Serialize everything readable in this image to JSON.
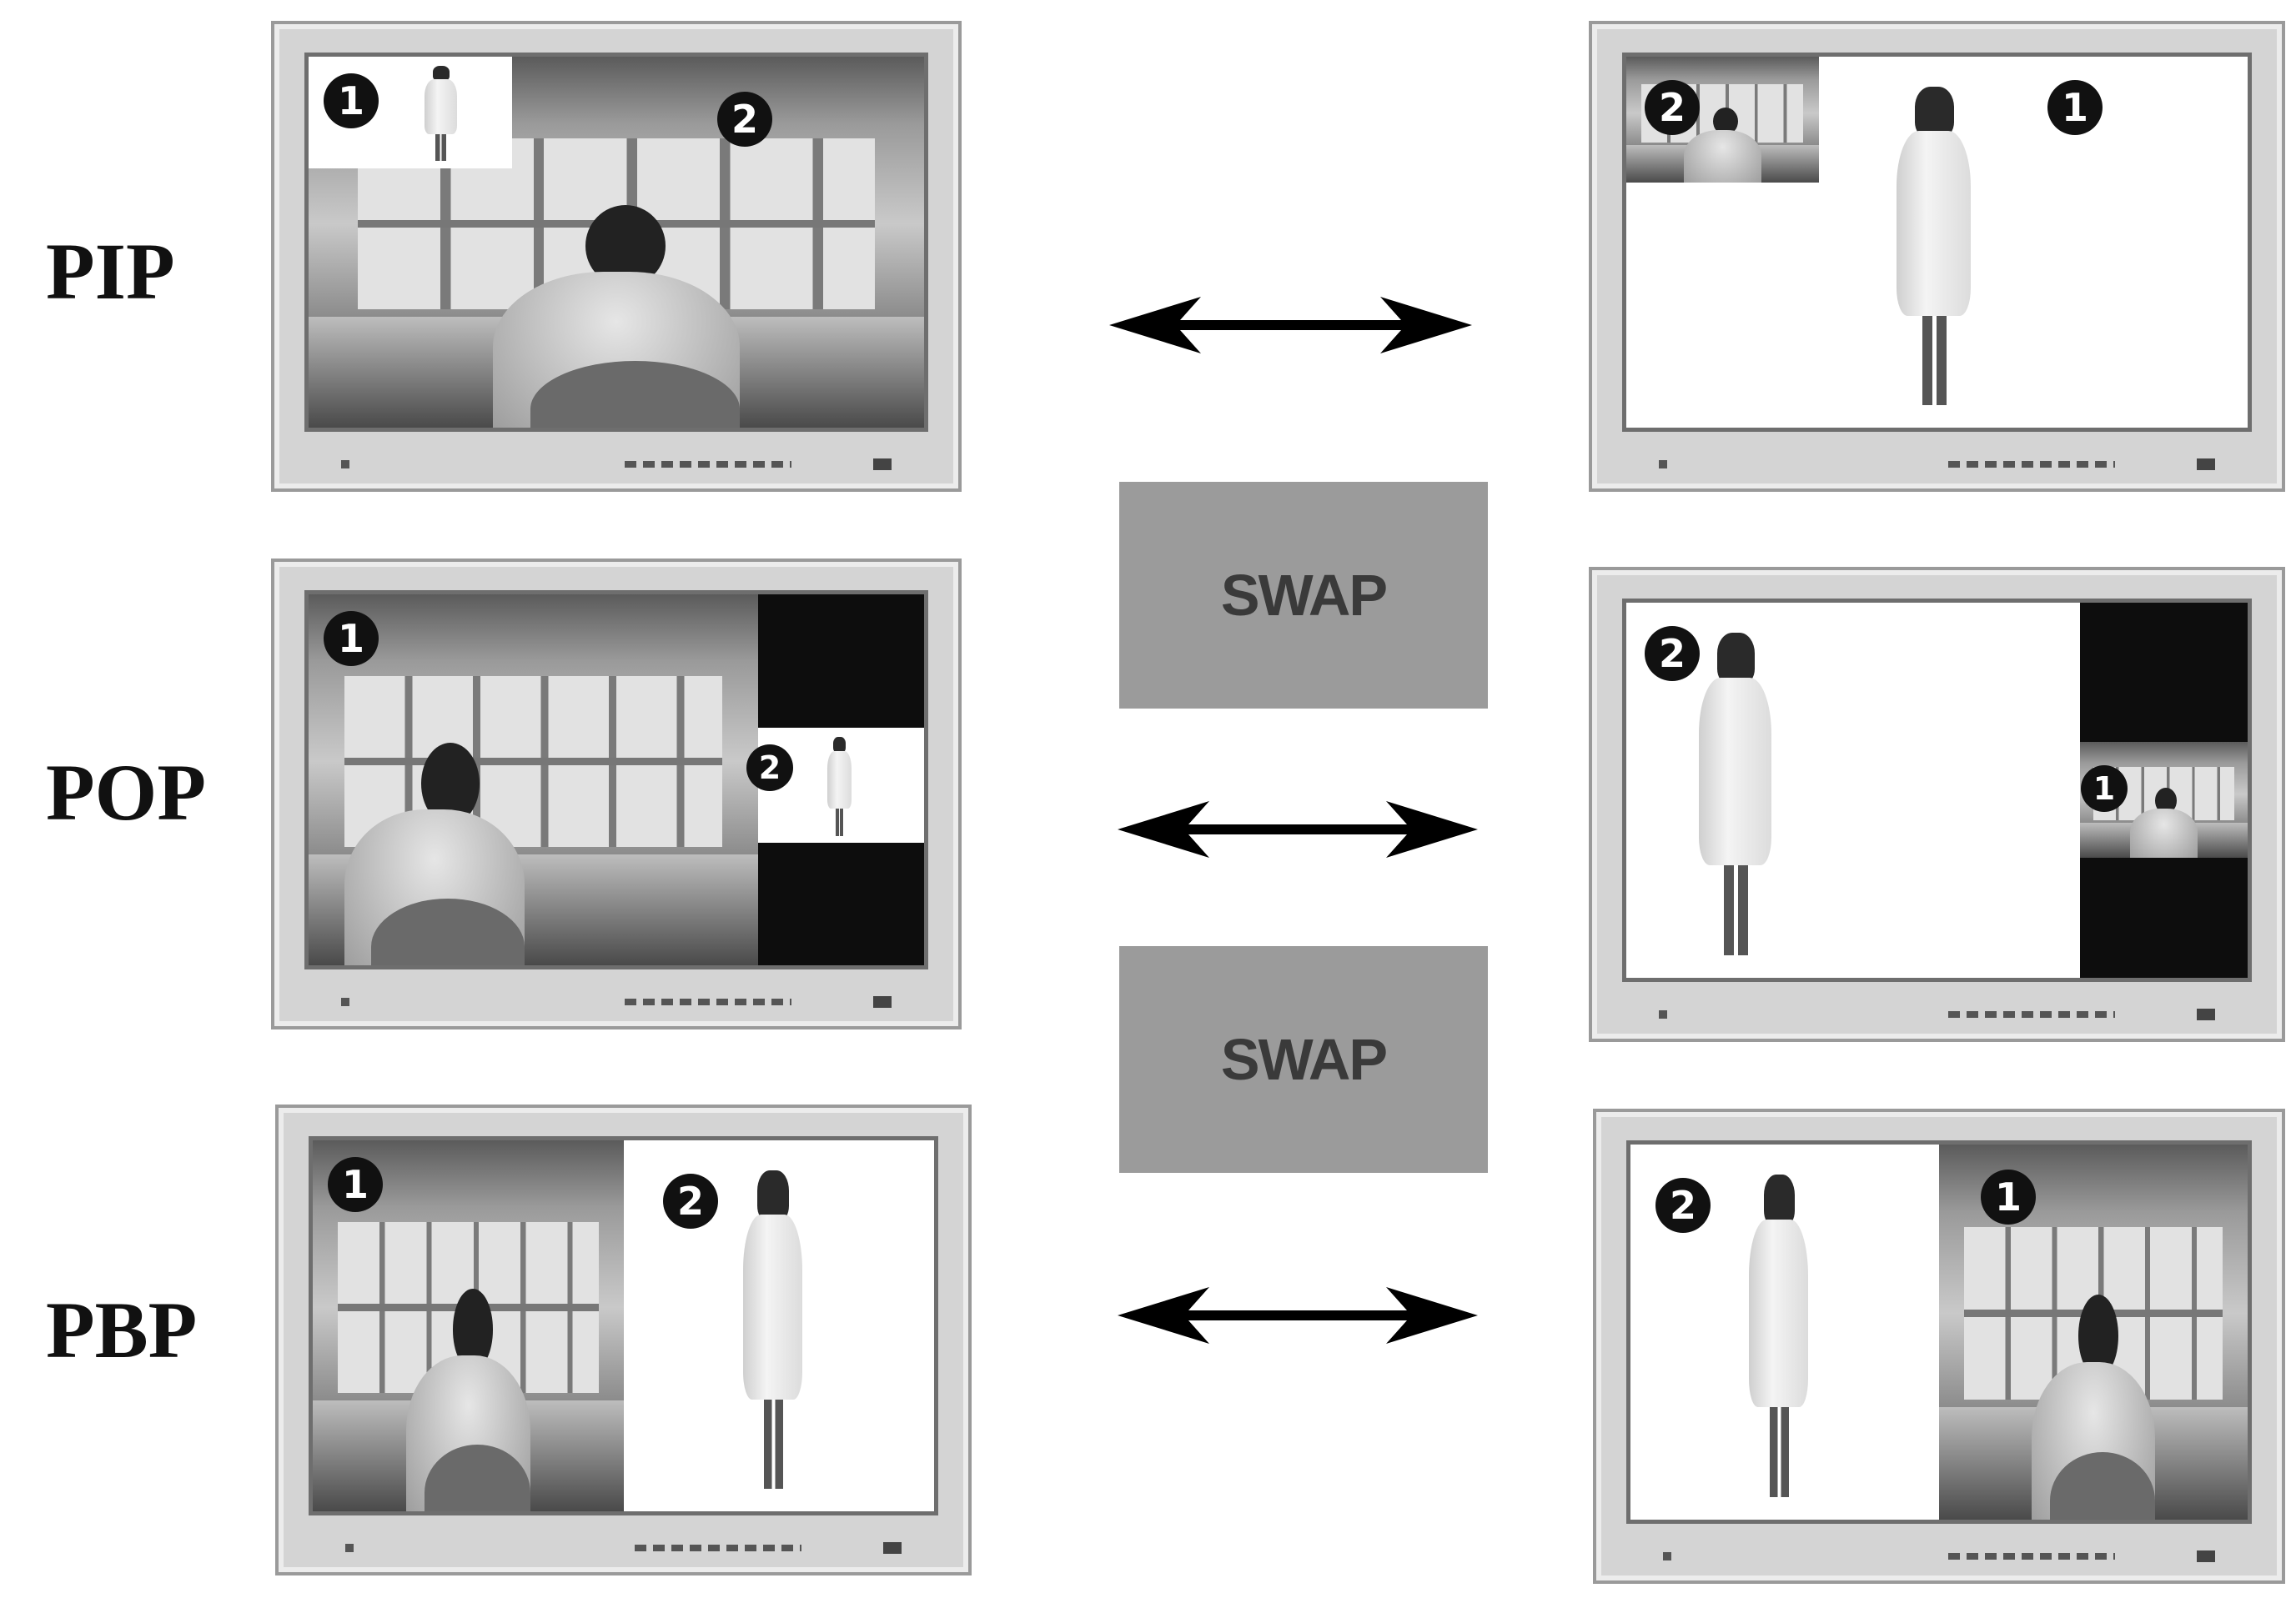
{
  "rows": [
    {
      "label": "PIP"
    },
    {
      "label": "POP"
    },
    {
      "label": "PBP"
    }
  ],
  "badges": {
    "one": "1",
    "two": "2"
  },
  "swap_labels": [
    "SWAP",
    "SWAP"
  ],
  "icons": [
    "double-headed-arrow-icon",
    "numbered-badge-icon"
  ],
  "colors": {
    "swap_box": "#9b9b9b",
    "monitor_frame": "#d4d4d4",
    "badge": "#111111"
  }
}
